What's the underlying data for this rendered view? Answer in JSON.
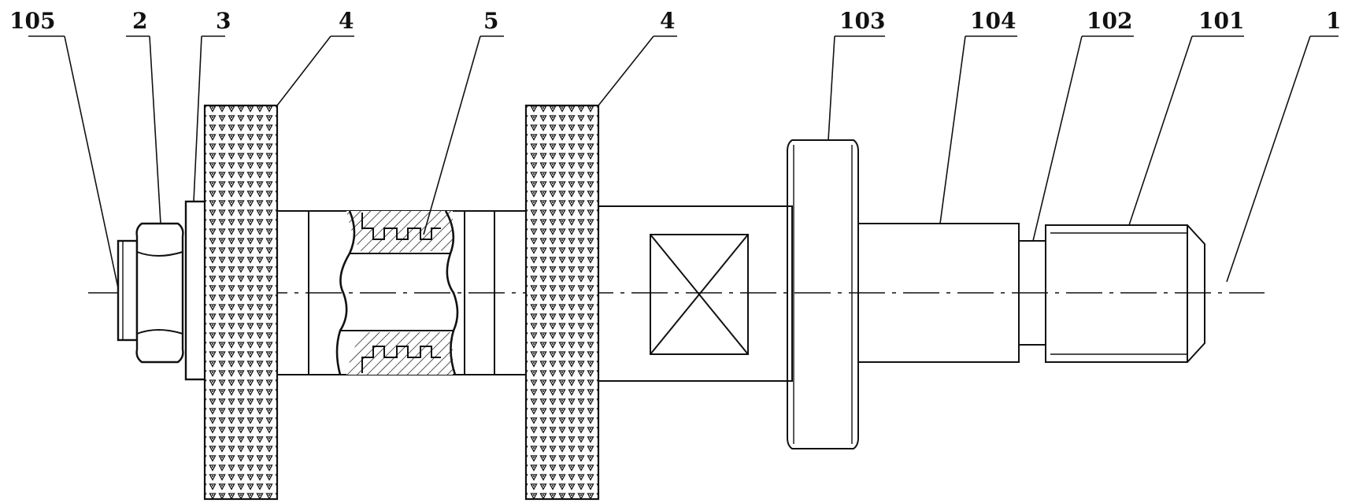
{
  "figure": {
    "labels": {
      "l105": "105",
      "l2": "2",
      "l3": "3",
      "l4a": "4",
      "l5": "5",
      "l4b": "4",
      "l103": "103",
      "l104": "104",
      "l102": "102",
      "l101": "101",
      "l1": "1"
    }
  }
}
